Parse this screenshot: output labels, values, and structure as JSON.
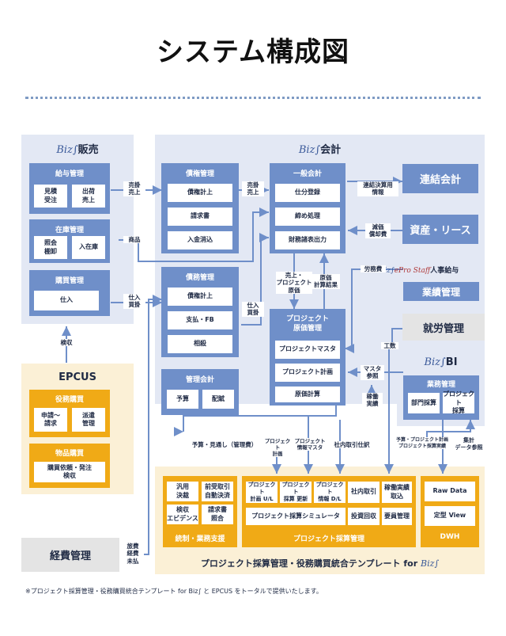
{
  "title": "システム構成図",
  "biz_mark": "Biz∫",
  "hanbai": {
    "header": "販売",
    "kyuyo": {
      "title": "給与管理",
      "items": [
        "見積\n受注",
        "出荷\n売上"
      ]
    },
    "zaiko": {
      "title": "在庫管理",
      "items": [
        "照会\n棚卸",
        "入在庫"
      ]
    },
    "kobai": {
      "title": "購買管理",
      "items": [
        "仕入"
      ]
    }
  },
  "kaikei": {
    "header": "会計",
    "saiken": {
      "title": "債権管理",
      "items": [
        "債権計上",
        "請求書",
        "入金消込"
      ]
    },
    "ippan": {
      "title": "一般会計",
      "items": [
        "仕分登録",
        "締め処理",
        "財務諸表出力"
      ]
    },
    "saimu": {
      "title": "債務管理",
      "items": [
        "債権計上",
        "支払・FB",
        "相殺"
      ]
    },
    "genka": {
      "title": "プロジェクト\n原価管理",
      "items": [
        "プロジェクトマスタ",
        "プロジェクト計画",
        "原価計算"
      ]
    },
    "kanri": {
      "title": "管理会計",
      "items": [
        "予算",
        "配賦"
      ]
    }
  },
  "renketsu": "連結会計",
  "shisan": "資産・リース",
  "staff": {
    "brand": "ePro Staff",
    "suffix": "人事給与",
    "box": "業績管理"
  },
  "shuro": "就労管理",
  "bi": {
    "header": "BI",
    "group_title": "業務管理",
    "items": [
      "部門採算",
      "プロジェクト\n採算"
    ]
  },
  "epcus": {
    "header": "EPCUS",
    "ekimu": {
      "title": "役務購買",
      "items": [
        "申請～\n請求",
        "派遣\n管理"
      ]
    },
    "buppin": {
      "title": "物品購買",
      "items": [
        "購買依頼・発注\n検収"
      ]
    }
  },
  "keihi": "経費管理",
  "template": {
    "caption": "プロジェクト採算管理・役務購買統合テンプレート for",
    "tousei": {
      "items": [
        "汎用\n決裁",
        "前受取引\n自動決済",
        "検収\nエビデンス",
        "請求書\n照合"
      ],
      "label": "統制・業務支援"
    },
    "saisan": {
      "items": [
        "プロジェクト\n計画 U/L",
        "プロジェクト\n採算 更新",
        "プロジェクト\n情報 D/L",
        "社内取引",
        "稼働実績\n取込",
        "プロジェクト採算シミュレータ",
        "投資回収",
        "要員管理"
      ],
      "label": "プロジェクト採算管理"
    },
    "dwh": {
      "items": [
        "Raw Data",
        "定型 View"
      ],
      "label": "DWH"
    }
  },
  "labels": {
    "uriage_keijo1": "売掛\n売上",
    "uriage_keijo2": "売掛\n売上",
    "shohin": "商品",
    "shiire_kaikake": "仕入\n買掛",
    "shiire_kaikake2": "仕入\n買掛",
    "kenshu": "検収",
    "renketsu_info": "連結決算用\n情報",
    "genka_shokyaku": "減価\n償却費",
    "romuhi": "労務費",
    "uriage_genka": "売上・\nプロジェクト\n原価",
    "genka_kekka": "原価\n計算結果",
    "kosu": "工数",
    "master_sansho": "マスタ\n参照",
    "kado_jisseki": "稼働\n実績",
    "yosan": "予算・見通し（管理費）",
    "pj_keikaku": "プロジェクト\n計画",
    "pj_joho": "プロジェクト\n情報マスタ",
    "shanai": "社内取引仕訳",
    "yosan_pj": "予算・プロジェクト計画\nプロジェクト採算実績",
    "shukei": "集計\nデータ参照",
    "ryohi": "旅費\n経費\n未払"
  },
  "footnote": "※プロジェクト採算管理・役務購買統合テンプレート for Biz∫ と EPCUS をトータルで提供いたします。",
  "colors": {
    "accent_blue": "#6f8fc9",
    "panel_blue": "#e3e8f4",
    "gold": "#f0aa16",
    "amber_panel": "#fbf0d6",
    "gray": "#e4e4e4"
  }
}
